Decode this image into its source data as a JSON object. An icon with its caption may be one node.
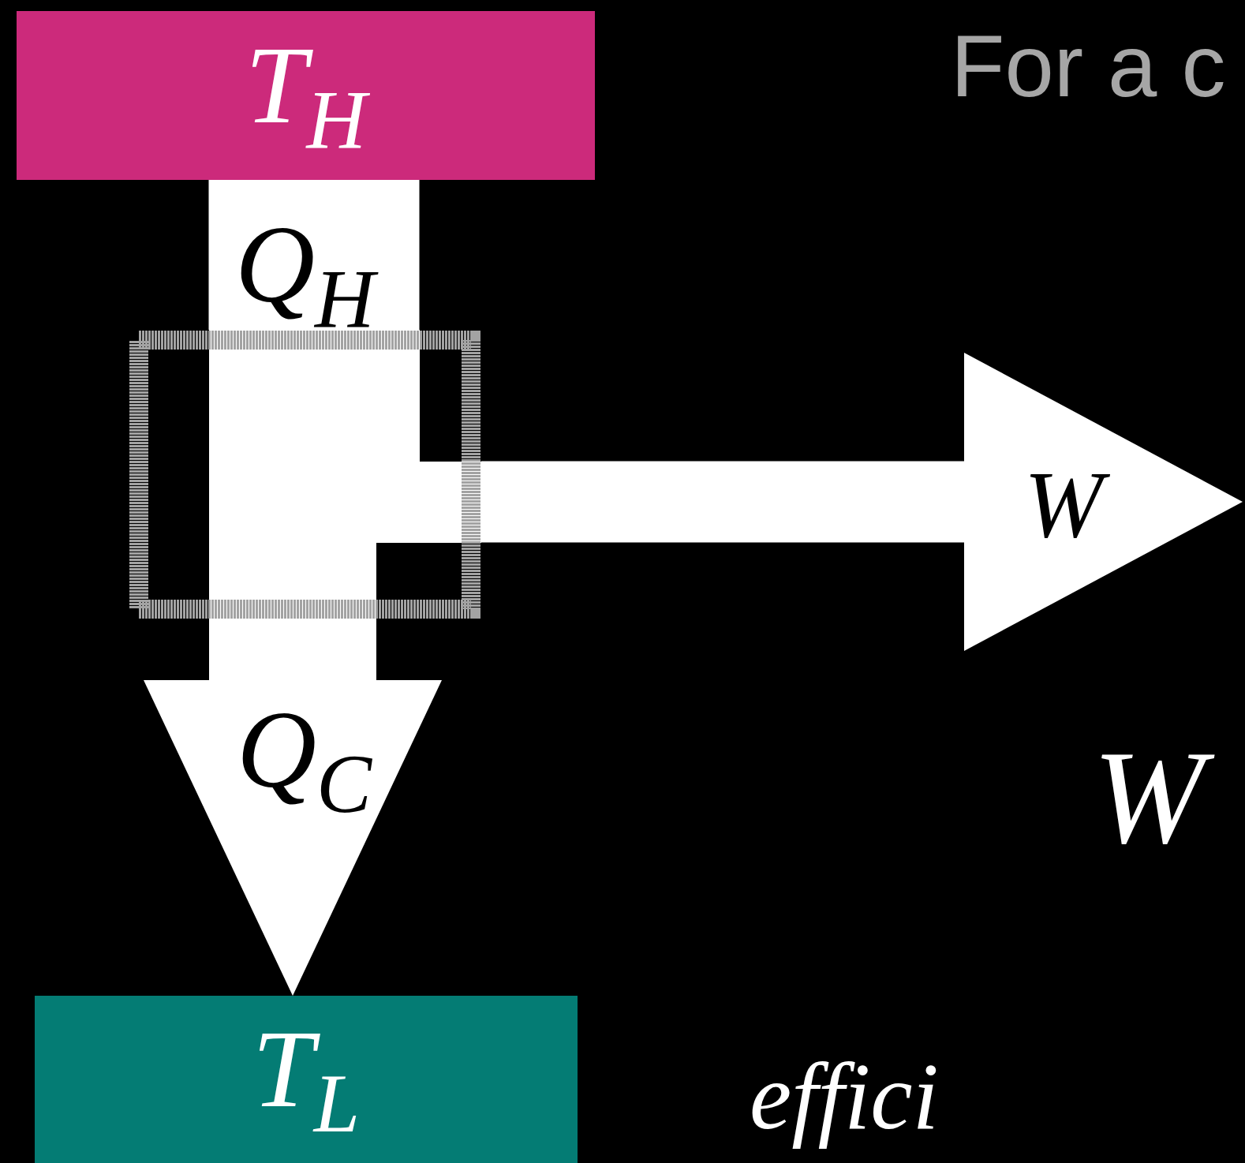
{
  "diagram": {
    "nodes": [
      {
        "text": [
          "T$_{H}$"
        ]
      },
      {
        "text": [],
        "shape": "box"
      },
      {
        "text": [
          "T$_{L}$"
        ]
      }
    ],
    "edges": [
      {
        "from": 0,
        "to": 1,
        "arrow": "none",
        "label": "Q$_{H}$"
      },
      {
        "from": 1,
        "to": 2,
        "arrow": "to",
        "label": "Q$_{C}$"
      },
      {
        "from": 1,
        "to": null,
        "arrow": "to",
        "label": "W"
      }
    ],
    "labels": [
      "For a c",
      "W",
      "effici"
    ]
  }
}
